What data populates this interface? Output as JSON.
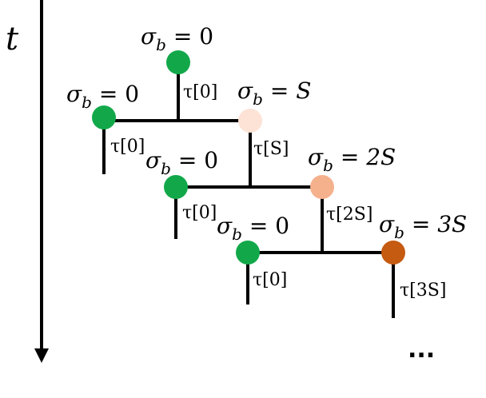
{
  "axis": {
    "label": "t"
  },
  "ellipsis": "...",
  "colors": {
    "green": "#12a84a",
    "s1": "#fce3d6",
    "s2": "#f5b08c",
    "s3": "#c55a11",
    "line": "#000000"
  },
  "nodes": [
    {
      "id": "n1",
      "sigma_label": "σ",
      "sub": "b",
      "value": " = 0",
      "color": "green"
    },
    {
      "id": "n2",
      "sigma_label": "σ",
      "sub": "b",
      "value": " = 0",
      "color": "green",
      "tau": "τ[0]"
    },
    {
      "id": "n3",
      "sigma_label": "σ",
      "sub": "b",
      "value": " = S",
      "color": "s1",
      "tau": "τ[S]"
    },
    {
      "id": "n4",
      "sigma_label": "σ",
      "sub": "b",
      "value": " = 0",
      "color": "green",
      "tau": "τ[0]"
    },
    {
      "id": "n5",
      "sigma_label": "σ",
      "sub": "b",
      "value": " = 2S",
      "color": "s2",
      "tau": "τ[2S]"
    },
    {
      "id": "n6",
      "sigma_label": "σ",
      "sub": "b",
      "value": " = 0",
      "color": "green",
      "tau": "τ[0]"
    },
    {
      "id": "n7",
      "sigma_label": "σ",
      "sub": "b",
      "value": " = 3S",
      "color": "s3",
      "tau": "τ[3S]"
    }
  ],
  "top_tau": "τ[0]"
}
